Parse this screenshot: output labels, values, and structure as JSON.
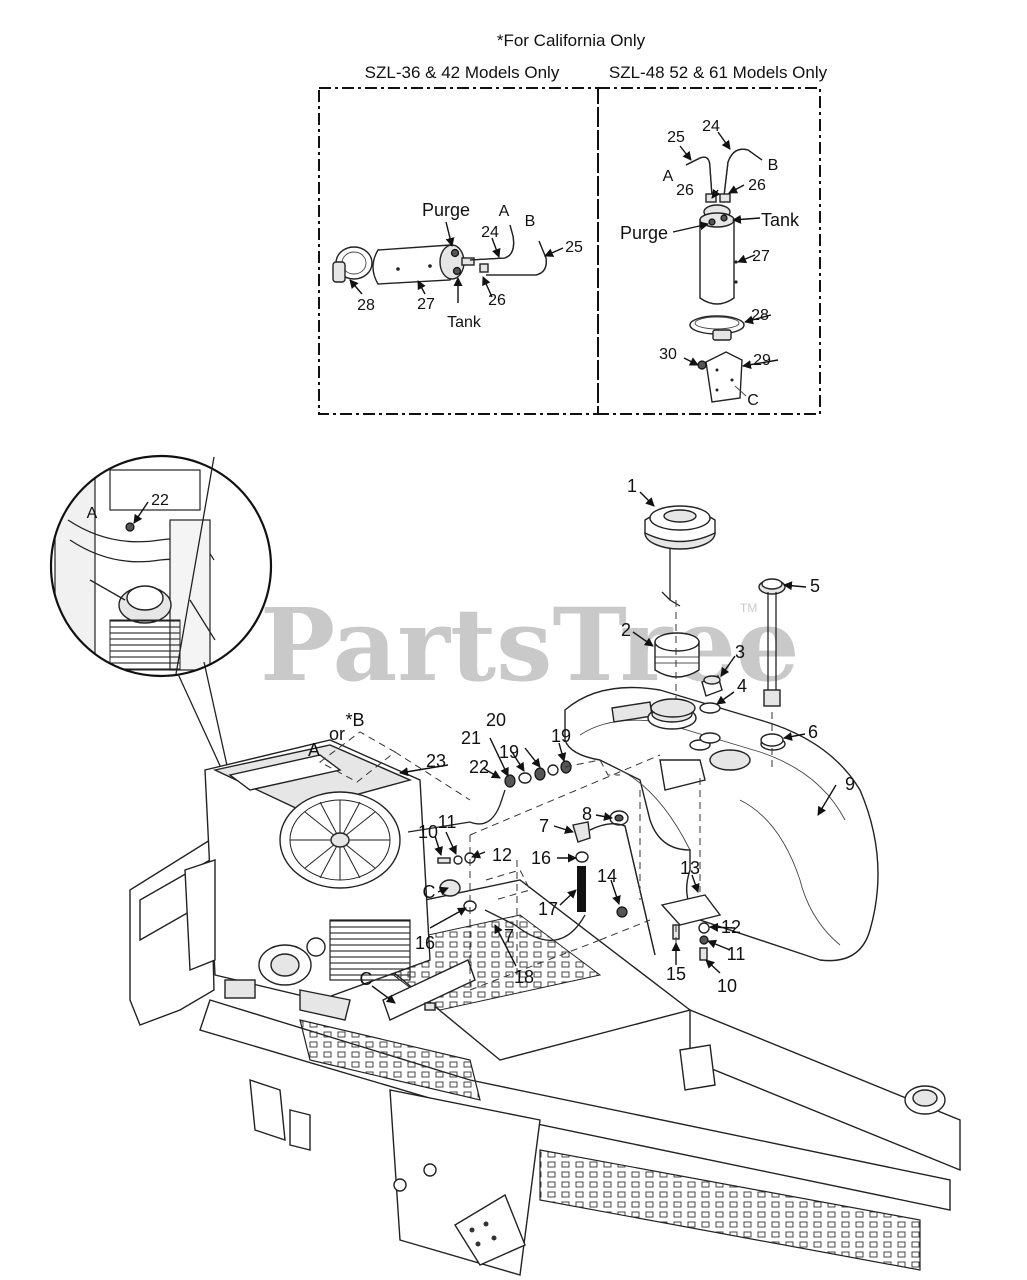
{
  "header": {
    "title": "*For California Only",
    "left_panel_title": "SZL-36 & 42 Models Only",
    "right_panel_title": "SZL-48 52 & 61 Models Only"
  },
  "watermark": {
    "text": "PartsTree",
    "tm": "TM"
  },
  "left_panel": {
    "labels": {
      "purge": "Purge",
      "a": "A",
      "b": "B",
      "n24": "24",
      "n25": "25",
      "n26": "26",
      "n27": "27",
      "n28": "28",
      "tank": "Tank"
    }
  },
  "right_panel": {
    "labels": {
      "n24": "24",
      "n25": "25",
      "a": "A",
      "b": "B",
      "n26a": "26",
      "n26b": "26",
      "tank": "Tank",
      "purge": "Purge",
      "n27": "27",
      "n28": "28",
      "n29": "29",
      "n30": "30",
      "c": "C"
    }
  },
  "detail_inset": {
    "labels": {
      "a": "A",
      "n22": "22"
    }
  },
  "main": {
    "labels": {
      "n1": "1",
      "n2": "2",
      "n3": "3",
      "n4": "4",
      "n5": "5",
      "n6": "6",
      "n7a": "7",
      "n7b": "7",
      "n8": "8",
      "n9": "9",
      "n10a": "10",
      "n10b": "10",
      "n11a": "11",
      "n11b": "11",
      "n12a": "12",
      "n12b": "12",
      "n13": "13",
      "n14": "14",
      "n15": "15",
      "n16a": "16",
      "n16b": "16",
      "n17": "17",
      "n18": "18",
      "n19a": "19",
      "n19b": "19",
      "n20": "20",
      "n21": "21",
      "n22": "22",
      "n23": "23",
      "a": "A",
      "or": "or",
      "b_star": "*B",
      "c1": "C",
      "c2": "C"
    }
  }
}
